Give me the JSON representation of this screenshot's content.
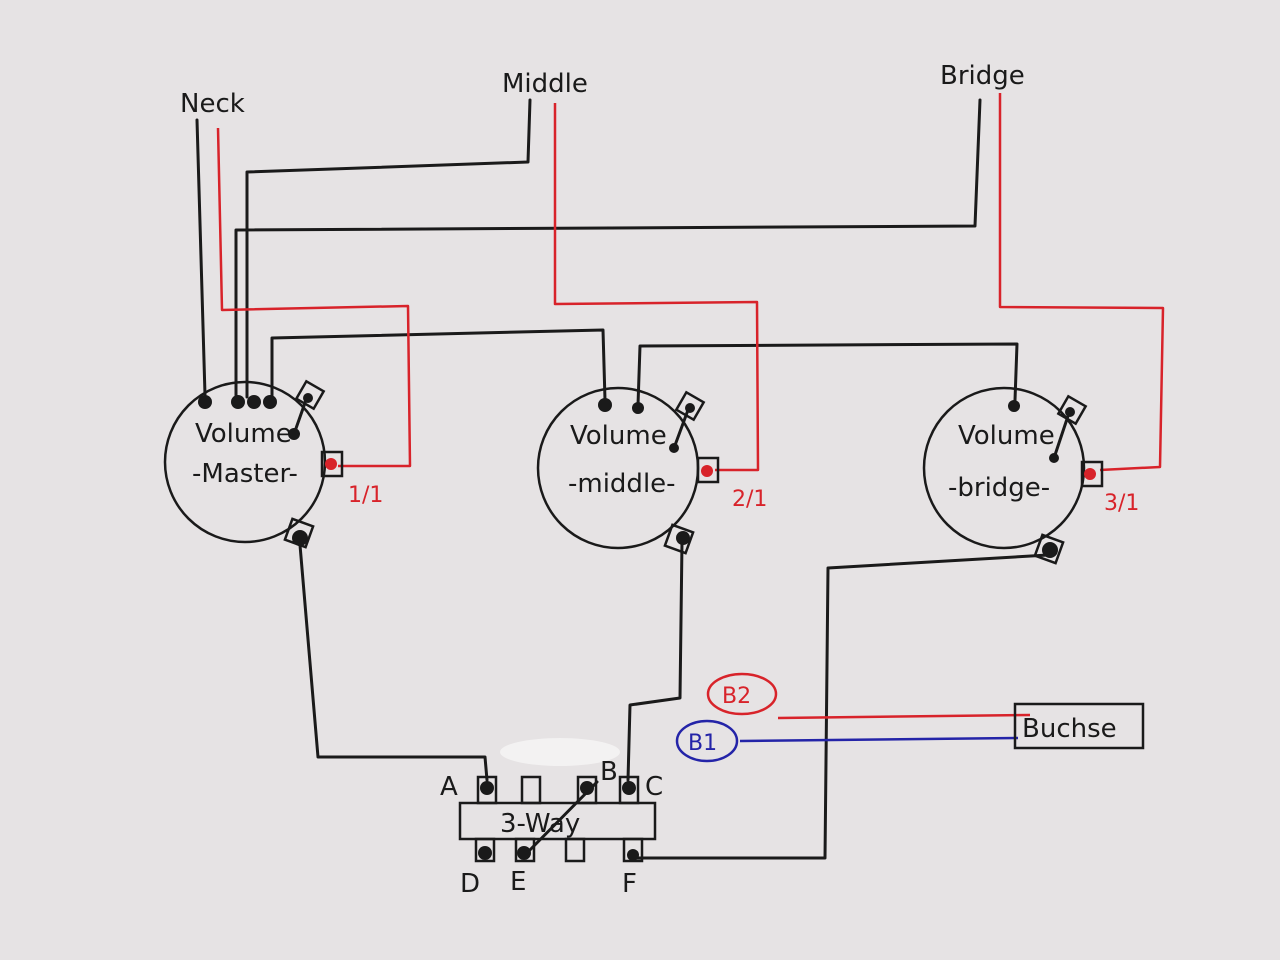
{
  "pickups": {
    "neck": "Neck",
    "middle": "Middle",
    "bridge": "Bridge"
  },
  "pots": {
    "master": {
      "line1": "Volume",
      "line2": "-Master-",
      "tag": "1/1"
    },
    "middle": {
      "line1": "Volume",
      "line2": "-middle-",
      "tag": "2/1"
    },
    "bridge": {
      "line1": "Volume",
      "line2": "-bridge-",
      "tag": "3/1"
    }
  },
  "switch": {
    "label": "3-Way",
    "lugs": {
      "a": "A",
      "b": "B",
      "c": "C",
      "d": "D",
      "e": "E",
      "f": "F"
    }
  },
  "jack": {
    "label": "Buchse",
    "b2": "B2",
    "b1": "B1"
  },
  "colors": {
    "paper": "#e6e3e4",
    "wire_black": "#1a1a1a",
    "wire_red": "#d8232a",
    "wire_blue": "#2424a8"
  }
}
